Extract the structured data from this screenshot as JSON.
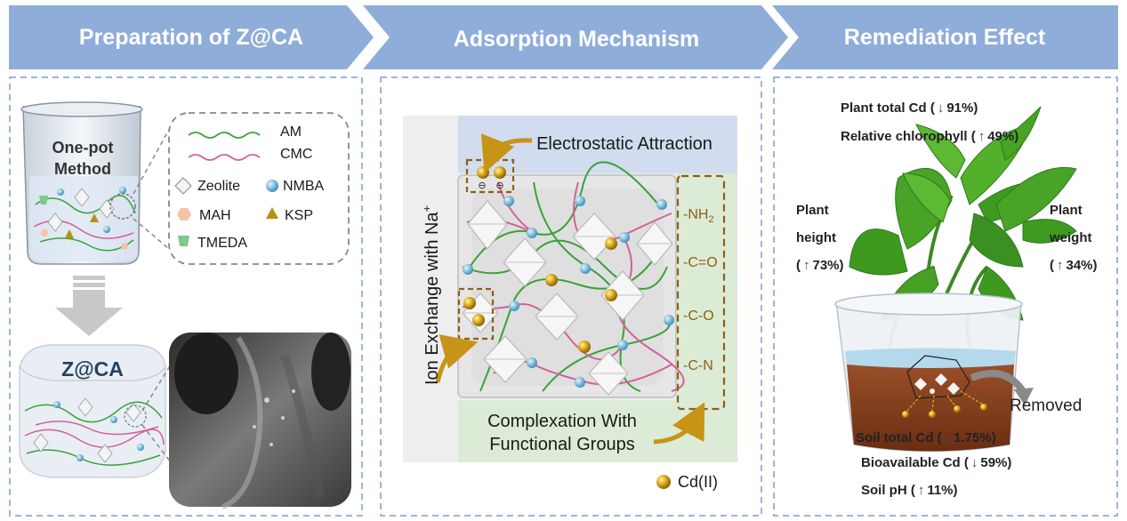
{
  "headers": {
    "preparation": "Preparation of Z@CA",
    "mechanism": "Adsorption Mechanism",
    "effect": "Remediation Effect"
  },
  "preparation": {
    "method_line1": "One-pot",
    "method_line2": "Method",
    "legend": {
      "am": "AM",
      "cmc": "CMC",
      "zeolite": "Zeolite",
      "nmba": "NMBA",
      "mah": "MAH",
      "ksp": "KSP",
      "tmeda": "TMEDA"
    },
    "product_label": "Z@CA"
  },
  "mechanism": {
    "electrostatic": "Electrostatic Attraction",
    "ion_exchange": "Ion Exchange with Na",
    "ion_sup": "+",
    "complex_line1": "Complexation With",
    "complex_line2": "Functional Groups",
    "groups": [
      "-NH",
      "-C=O",
      "-C-O",
      "-C-N"
    ],
    "nh_sub": "2",
    "cd_legend": "Cd(II)",
    "charges": [
      "⊖",
      "⊖"
    ]
  },
  "effect": {
    "plant_total_cd": "Plant total Cd (",
    "plant_total_cd_val": "91%)",
    "chlorophyll": "Relative chlorophyll (",
    "chlorophyll_val": "49%)",
    "height_l1": "Plant",
    "height_l2": "height",
    "height_val": "73%)",
    "weight_l1": "Plant",
    "weight_l2": "weight",
    "weight_val": "34%)",
    "paren_open": "(",
    "removed": "Removed",
    "soil_total_cd": "Soil total Cd (",
    "soil_total_cd_val": "1.75%)",
    "bioavailable_cd": "Bioavailable Cd (",
    "bioavailable_cd_val": "59%)",
    "soil_ph": "Soil pH (",
    "soil_ph_val": "11%)"
  },
  "colors": {
    "header_blue": "#8fadd9",
    "am_green": "#3aa23a",
    "cmc_pink": "#d4609a",
    "nmba_blue": "#5aa8d0",
    "mah_peach": "#f5c3a8",
    "ksp_gold": "#b8900c",
    "tmeda_green": "#7dc88a",
    "cd_gold": "#d9a514",
    "box_brown": "#8a6118"
  }
}
